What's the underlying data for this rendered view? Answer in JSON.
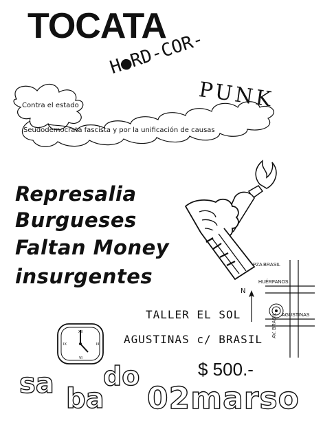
{
  "poster": {
    "title": "TOCATA",
    "genre_line1": "H●RD-COR-",
    "genre_line2": "PUNK",
    "slogan_line1": "Contra el estado",
    "slogan_line2": "Seudodemocrata fascista y por la unificación de causas",
    "bands": [
      "Represalia",
      "Burgueses",
      "Faltan Money",
      "insurgentes"
    ],
    "venue": "TALLER EL SOL",
    "address": "AGUSTINAS c/ BRASIL",
    "price": "$ 500.-",
    "day_part1": "sa",
    "day_part2": "ba",
    "day_part3": "do",
    "date": "02marso"
  },
  "map": {
    "north": "N",
    "plaza": "PZA BRASIL",
    "street1": "HUÉRFANOS",
    "street2": "AGUSTINAS",
    "street3": "AV. BRASIL"
  },
  "icons": [
    "molotov-fist-icon",
    "clock-icon",
    "cloud-banner",
    "street-map",
    "north-arrow-icon"
  ]
}
